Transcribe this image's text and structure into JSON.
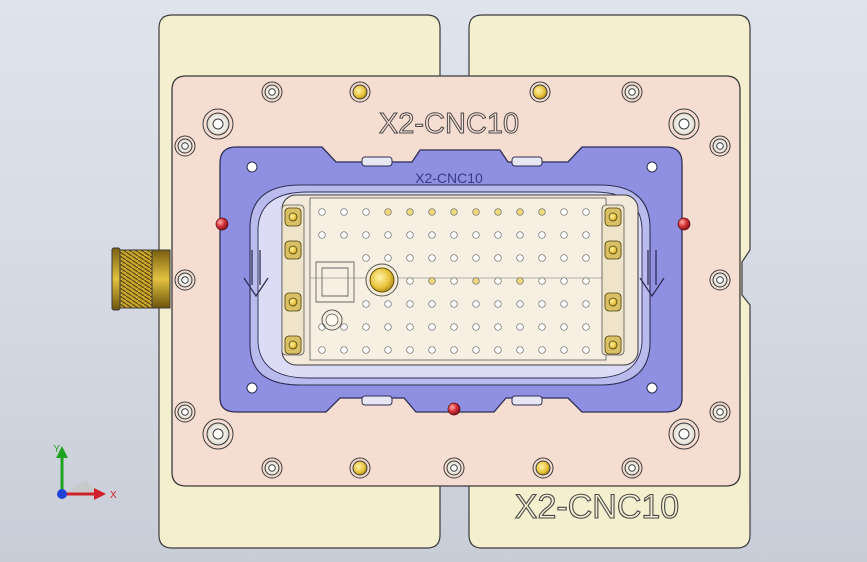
{
  "viewport": {
    "background_top": "#dfe3ec",
    "background_bottom": "#c9cdd8"
  },
  "model": {
    "label_top_plate": "X2-CNC10",
    "label_insert": "X2-CNC10",
    "label_base": "X2-CNC10"
  },
  "colors": {
    "base_block": "#f3efcf",
    "top_plate": "#f6ddd2",
    "insert": "#8f90e2",
    "pcb_area": "#f2e9da",
    "brass": "#c8a427",
    "pin_gold": "#efd97a",
    "red_dowel": "#c8323a",
    "outline": "#3b3b3b"
  },
  "axis_triad": {
    "x_label": "X",
    "y_label": "Y",
    "x_color": "#d0202a",
    "y_color": "#1fa31f",
    "z_color": "#2040d8"
  }
}
